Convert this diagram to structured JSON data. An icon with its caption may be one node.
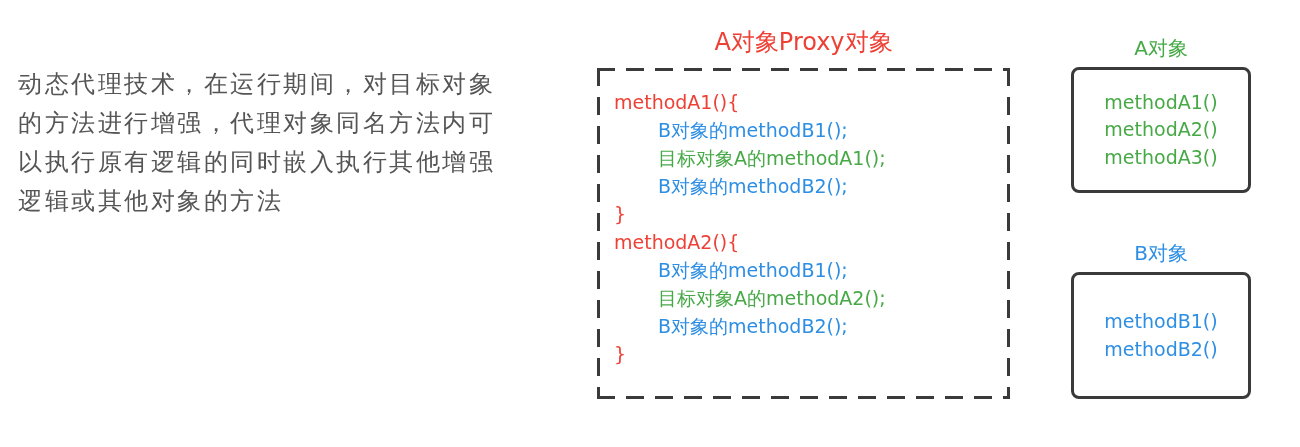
{
  "diagram": {
    "nodes": [
      {
        "text": [
          "A对象Proxy对象",
          "methodA1(){",
          "B对象的methodB1();",
          "目标对象A的methodA1();",
          "B对象的methodB2();",
          "}",
          "methodA2(){",
          "B对象的methodB1();",
          "目标对象A的methodA2();",
          "B对象的methodB2();",
          "}"
        ]
      },
      {
        "text": [
          "A对象",
          "methodA1()",
          "methodA2()",
          "methodA3()"
        ]
      },
      {
        "text": [
          "B对象",
          "methodB1()",
          "methodB2()"
        ]
      }
    ],
    "labels": [
      "动态代理技术，在运行期间，对目标对象的方法进行增强，代理对象同名方法内可以执行原有逻辑的同时嵌入执行其他增强逻辑或其他对象的方法"
    ]
  }
}
